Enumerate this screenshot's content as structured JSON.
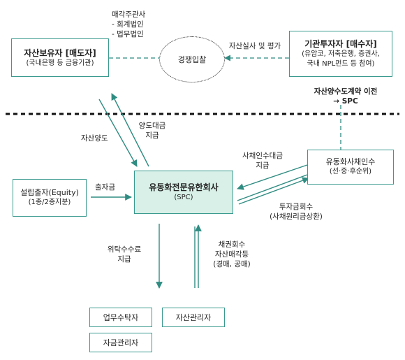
{
  "seller": {
    "title": "자산보유자 [매도자]",
    "subtitle": "(국내은행 등 금융기관)"
  },
  "buyer": {
    "title": "기관투자자 [매수자]",
    "subtitle_line1": "(유암코, 저축은행, 증권사,",
    "subtitle_line2": "국내 NPL펀드 등 참여)"
  },
  "auction": {
    "label": "경쟁입찰"
  },
  "advisors": {
    "line1": "매각주관사",
    "line2": "- 회계법인",
    "line3": "- 법무법인"
  },
  "due_diligence": {
    "label": "자산실사 및 평가"
  },
  "transfer_note": {
    "line1": "자산양수도계약 이전",
    "line2": "→ SPC"
  },
  "asset_transfer": {
    "label": "자산양도"
  },
  "transfer_payment": {
    "line1": "양도대금",
    "line2": "지급"
  },
  "equity": {
    "line1": "설립출자(Equity)",
    "line2": "(1종/2종지분)"
  },
  "contribution": {
    "label": "출자금"
  },
  "spc": {
    "title": "유동화전문유한회사",
    "subtitle": "(SPC)"
  },
  "bond_buyer": {
    "title": "유동화사채인수",
    "subtitle": "(선·중·후순위)"
  },
  "bond_payment": {
    "line1": "사채인수대금",
    "line2": "지급"
  },
  "investment_recovery": {
    "line1": "투자금회수",
    "line2": "(사채원리금상환)"
  },
  "fee_payment": {
    "line1": "위탁수수료",
    "line2": "지급"
  },
  "bond_recovery": {
    "line1": "채권회수",
    "line2": "자산매각등",
    "line3": "(경매, 공매)"
  },
  "trustee": {
    "label": "업무수탁자"
  },
  "asset_manager": {
    "label": "자산관리자"
  },
  "fund_manager": {
    "label": "자금관리자"
  },
  "colors": {
    "accent": "#3a9a8f",
    "spc_fill": "#d8f0e8"
  }
}
